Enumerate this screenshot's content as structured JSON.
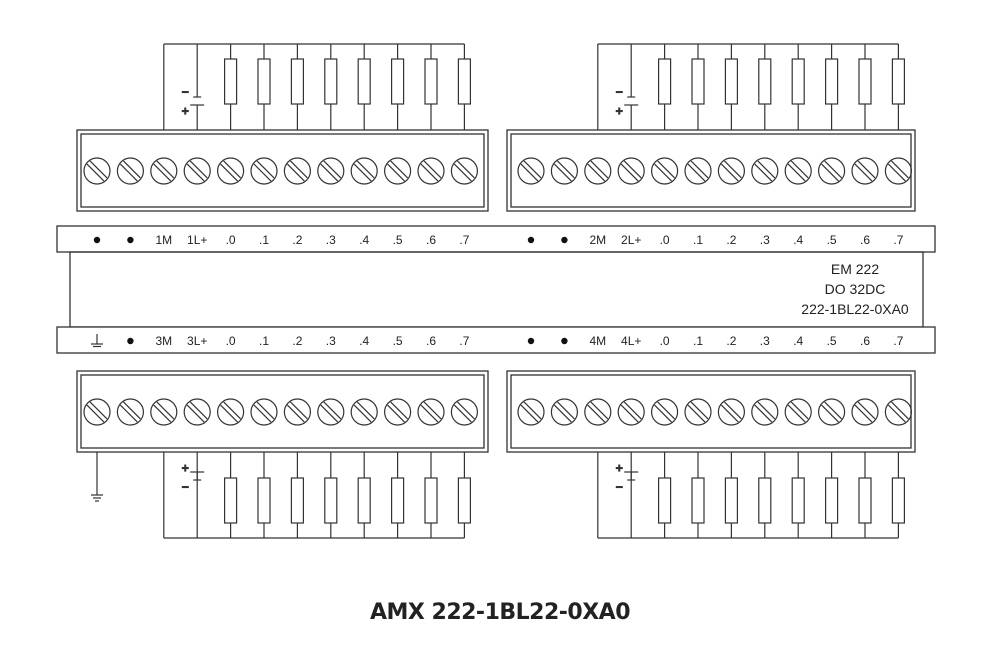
{
  "module": {
    "model_lines": [
      "EM  222",
      "DO 32DC",
      "222-1BL22-0XA0"
    ]
  },
  "terminal_rows": {
    "top": [
      {
        "group": "1",
        "labels": [
          "●",
          "●",
          "1M",
          "1L+",
          ".0",
          ".1",
          ".2",
          ".3",
          ".4",
          ".5",
          ".6",
          ".7"
        ]
      },
      {
        "group": "2",
        "labels": [
          "●",
          "●",
          "2M",
          "2L+",
          ".0",
          ".1",
          ".2",
          ".3",
          ".4",
          ".5",
          ".6",
          ".7"
        ]
      }
    ],
    "bottom": [
      {
        "group": "3",
        "labels": [
          "⏚",
          "●",
          "3M",
          "3L+",
          ".0",
          ".1",
          ".2",
          ".3",
          ".4",
          ".5",
          ".6",
          ".7"
        ]
      },
      {
        "group": "4",
        "labels": [
          "●",
          "●",
          "4M",
          "4L+",
          ".0",
          ".1",
          ".2",
          ".3",
          ".4",
          ".5",
          ".6",
          ".7"
        ]
      }
    ]
  },
  "wiring": {
    "top_battery": {
      "minus": "−",
      "plus": "+"
    },
    "bottom_battery": {
      "plus": "+",
      "minus": "−"
    },
    "loads_per_group": 8,
    "screws_per_block": 12
  },
  "caption": "AMX 222-1BL22-0XA0"
}
